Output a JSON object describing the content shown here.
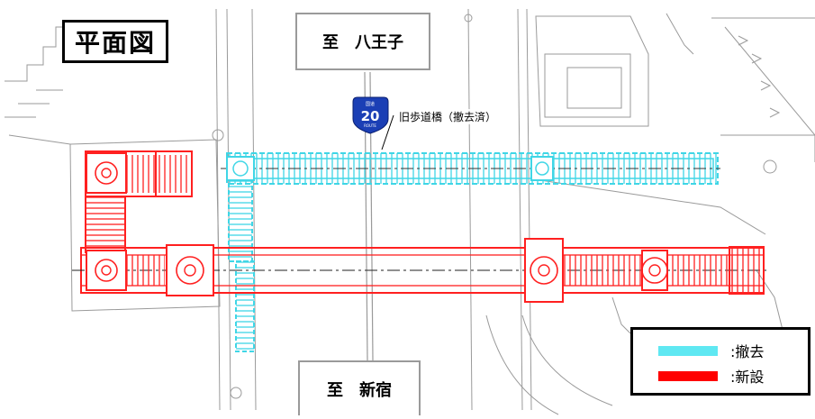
{
  "title": "平面図",
  "destinations": {
    "north": "至　八王子",
    "south": "至　新宿"
  },
  "route_shield": {
    "number": "20",
    "top_text": "国道",
    "bottom_text": "ROUTE",
    "color": "#1b3fb5"
  },
  "annotation": {
    "old_bridge": "旧歩道橋（撤去済）"
  },
  "legend": {
    "items": [
      {
        "label": ":撤去",
        "color": "#5fe8f2"
      },
      {
        "label": ":新設",
        "color": "#ff0000"
      }
    ]
  },
  "colors": {
    "removed": "#3fd6e6",
    "new": "#ff2020",
    "basemap": "#9a9a9a"
  }
}
